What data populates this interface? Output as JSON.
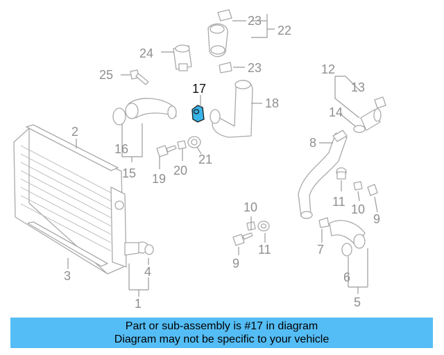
{
  "diagram": {
    "callouts": {
      "c1": "1",
      "c2": "2",
      "c3": "3",
      "c4": "4",
      "c5": "5",
      "c6": "6",
      "c7": "7",
      "c8": "8",
      "c9a": "9",
      "c9b": "9",
      "c10a": "10",
      "c10b": "10",
      "c11a": "11",
      "c11b": "11",
      "c12": "12",
      "c13": "13",
      "c14": "14",
      "c15": "15",
      "c16": "16",
      "c17": "17",
      "c18": "18",
      "c19": "19",
      "c20": "20",
      "c21": "21",
      "c22": "22",
      "c23a": "23",
      "c23b": "23",
      "c24": "24",
      "c25": "25"
    },
    "highlight_color": "#39b4e8"
  },
  "banner": {
    "line1": "Part or sub-assembly is #17 in diagram",
    "line2": "Diagram may not be specific to your vehicle",
    "background": "#55bdf5"
  }
}
